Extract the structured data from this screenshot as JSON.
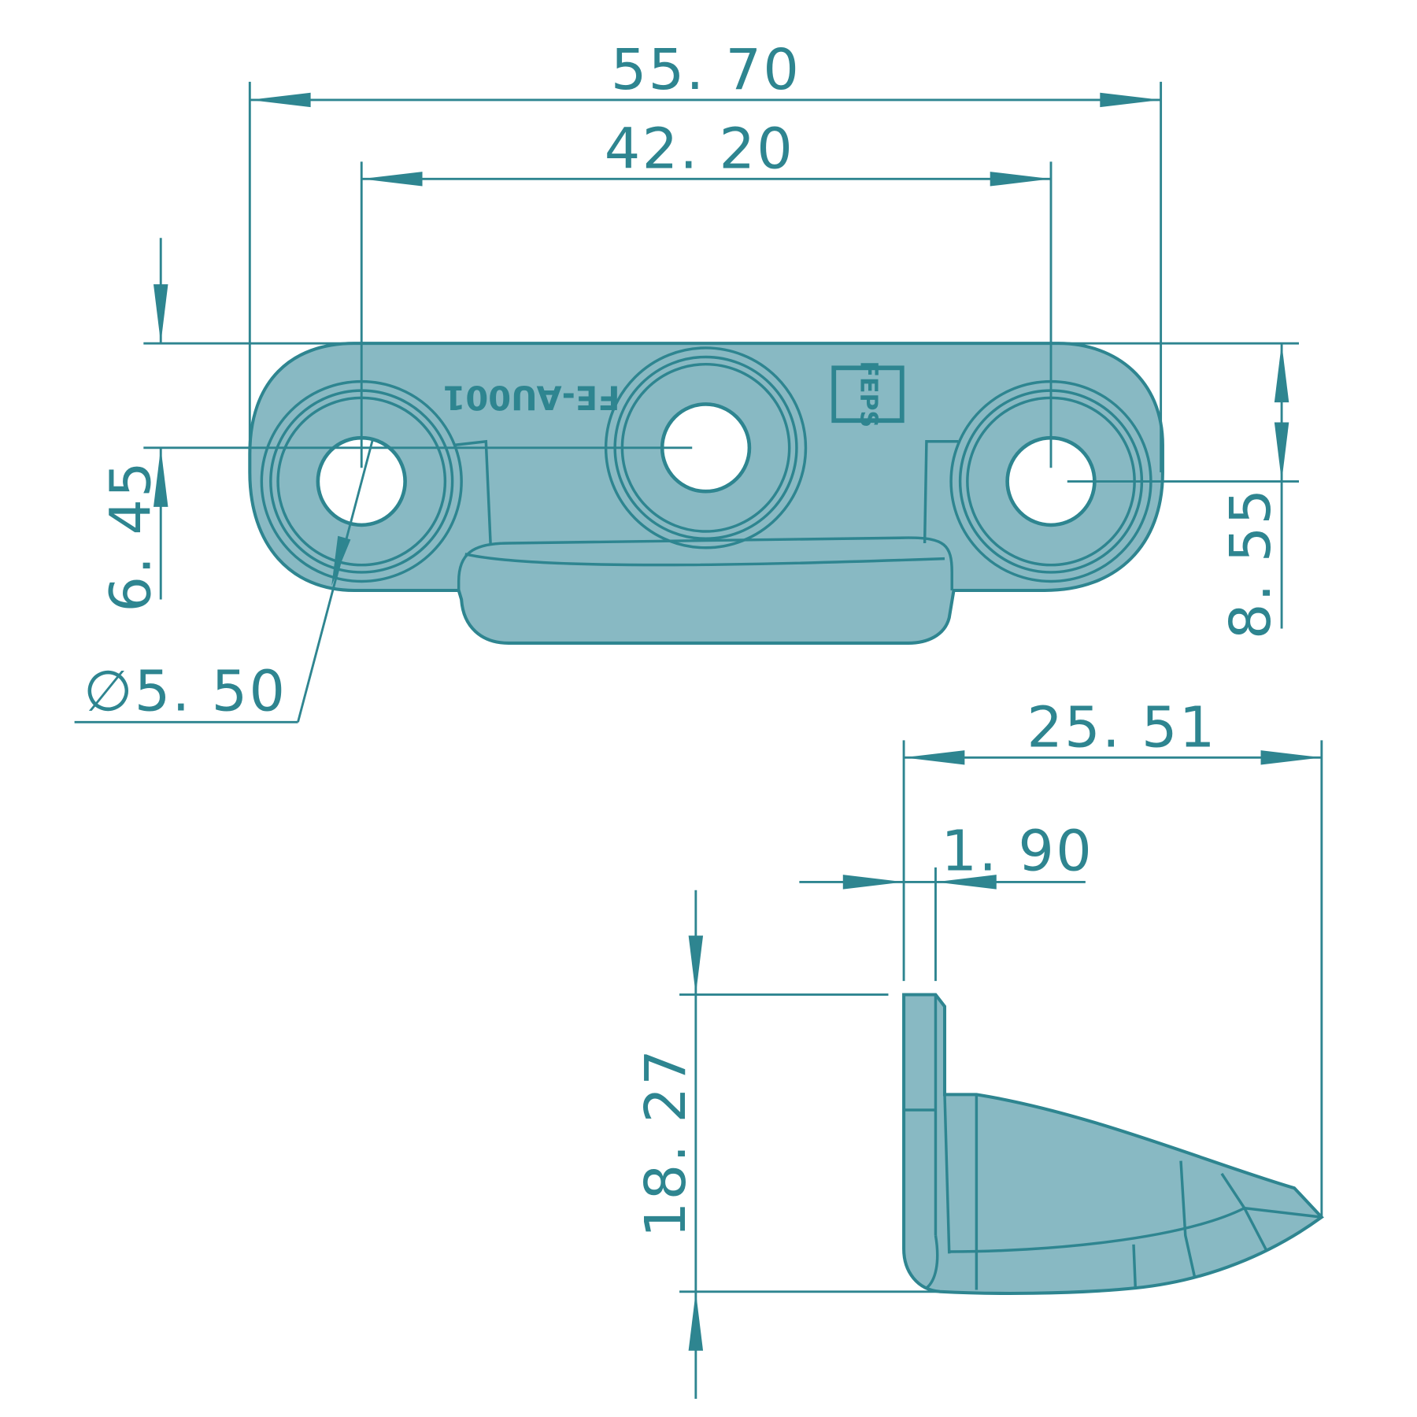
{
  "drawing": {
    "colors": {
      "line": "#2e8590",
      "fill": "#88b9c3"
    },
    "dimensions": {
      "overall_length": "55. 70",
      "hole_spacing": "42. 20",
      "offset_left": "6. 45",
      "height_right": "8. 55",
      "hole_diameter": "5. 50",
      "side_depth": "25. 51",
      "wall_thickness": "1. 90",
      "side_height": "18. 27"
    },
    "diameter_symbol": "∅",
    "part_marking": "FE-AU001",
    "logo_text": "FEPS"
  }
}
